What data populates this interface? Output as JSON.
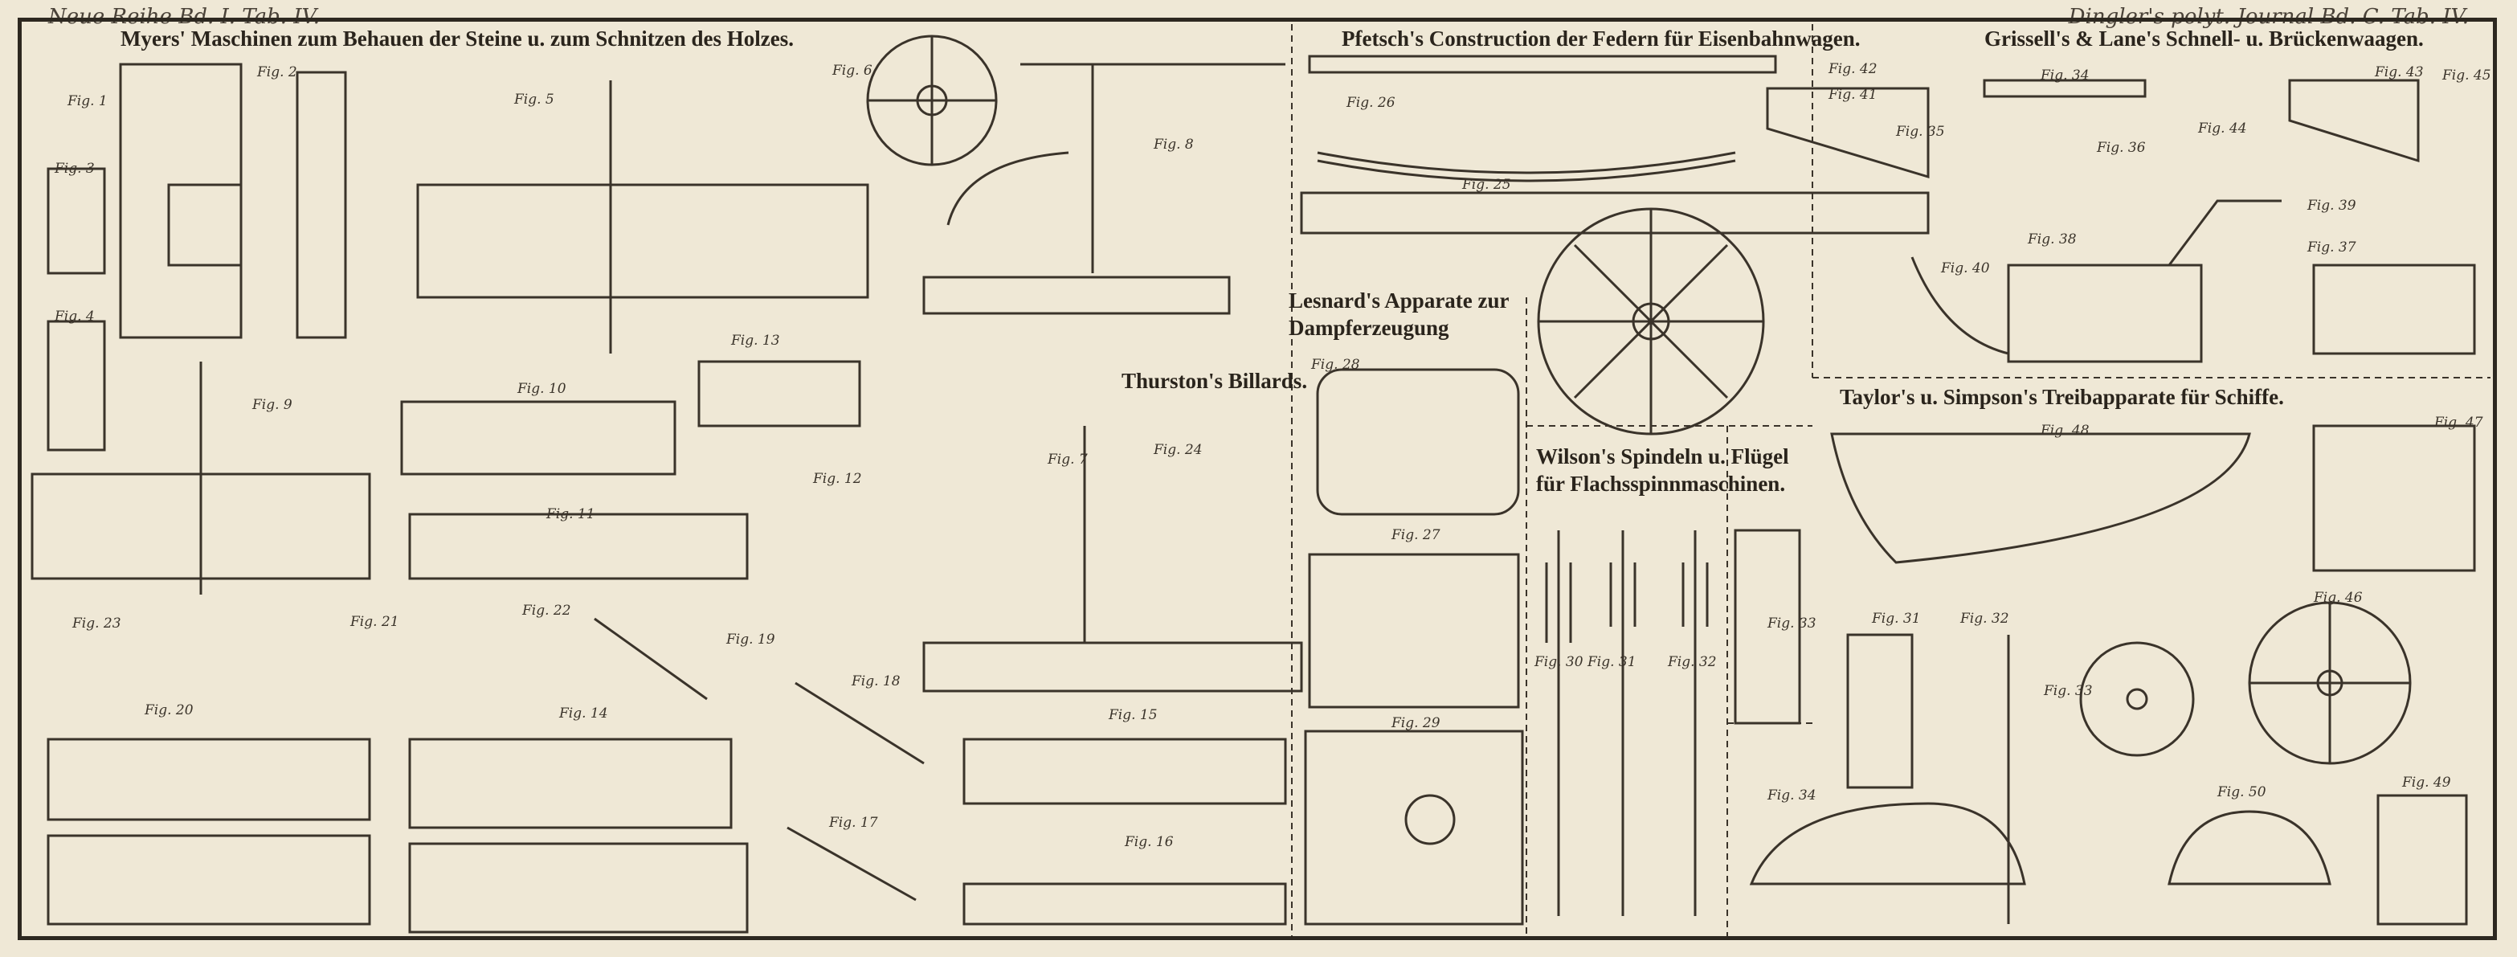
{
  "header": {
    "left": "Neue Reihe Bd. I. Tab. IV.",
    "right": "Dingler's polyt. Journal Bd. C. Tab. IV."
  },
  "titles": {
    "myers": "Myers' Maschinen zum Behauen der Steine u. zum Schnitzen des Holzes.",
    "pfetsch": "Pfetsch's Construction der Federn für Eisenbahnwagen.",
    "grissell": "Grissell's & Lane's Schnell- u. Brückenwaagen.",
    "lesnard": "Lesnard's Apparate zur Dampferzeugung",
    "thurston": "Thurston's Billards.",
    "wilson": "Wilson's Spindeln u. Flügel für Flachsspinnmaschinen.",
    "taylor": "Taylor's u. Simpson's Treibapparate für Schiffe."
  },
  "figs": [
    "Fig. 1",
    "Fig. 2",
    "Fig. 3",
    "Fig. 4",
    "Fig. 5",
    "Fig. 6",
    "Fig. 8",
    "Fig. 9",
    "Fig. 10",
    "Fig. 11",
    "Fig. 12",
    "Fig. 13",
    "Fig. 7",
    "Fig. 24",
    "Fig. 23",
    "Fig. 20",
    "Fig. 21",
    "Fig. 22",
    "Fig. 19",
    "Fig. 14",
    "Fig. 18",
    "Fig. 15",
    "Fig. 17",
    "Fig. 16",
    "Fig. 26",
    "Fig. 25",
    "Fig. 42",
    "Fig. 41",
    "Fig. 35",
    "Fig. 34",
    "Fig. 36",
    "Fig. 38",
    "Fig. 40",
    "Fig. 44",
    "Fig. 43",
    "Fig. 45",
    "Fig. 39",
    "Fig. 37",
    "Fig. 28",
    "Fig. 27",
    "Fig. 29",
    "Fig. 30",
    "Fig. 31",
    "Fig. 32",
    "Fig. 33",
    "Fig. 31",
    "Fig. 32",
    "Fig. 48",
    "Fig. 47",
    "Fig. 33",
    "Fig. 46",
    "Fig. 34",
    "Fig. 50",
    "Fig. 49"
  ]
}
